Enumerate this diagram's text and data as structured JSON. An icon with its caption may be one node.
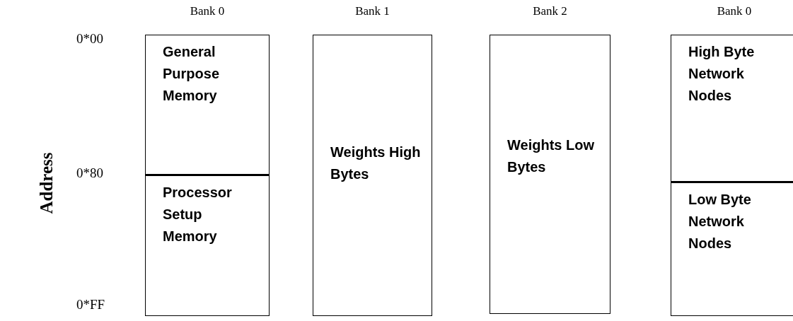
{
  "diagram": {
    "nodes": [
      {
        "text": [
          "Bank 0"
        ]
      },
      {
        "text": [
          "General Purpose Memory"
        ],
        "in": 0
      },
      {
        "text": [
          "Processor Setup Memory"
        ],
        "in": 0
      },
      {
        "text": [
          "Bank 1",
          "Weights High Bytes"
        ]
      },
      {
        "text": [
          "Bank 2",
          "Weights Low Bytes"
        ]
      },
      {
        "text": [
          "Bank 0"
        ]
      },
      {
        "text": [
          "High Byte Network Nodes"
        ],
        "in": 5
      },
      {
        "text": [
          "Low Byte Network Nodes"
        ],
        "in": 5
      }
    ],
    "edges": [],
    "labels": [
      "Address",
      "0*00",
      "0*80",
      "0*FF"
    ]
  }
}
